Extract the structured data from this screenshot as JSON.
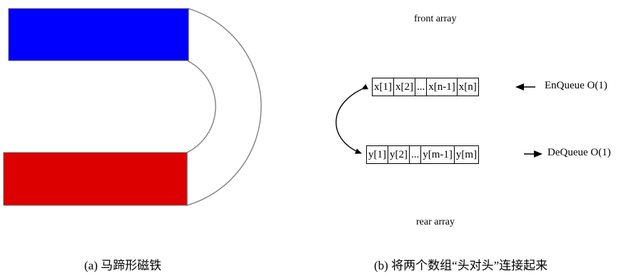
{
  "magnet": {
    "north_color": "#0000ff",
    "south_color": "#dd0000",
    "caption": "(a) 马蹄形磁铁"
  },
  "queue": {
    "front_label": "front array",
    "rear_label": "rear array",
    "front_cells": [
      "x[1]",
      "x[2]",
      "...",
      "x[n-1]",
      "x[n]"
    ],
    "rear_cells": [
      "y[1]",
      "y[2]",
      "...",
      "y[m-1]",
      "y[m]"
    ],
    "enqueue_label": "EnQueue O(1)",
    "dequeue_label": "DeQueue O(1)",
    "caption": "(b) 将两个数组“头对头”连接起来"
  }
}
